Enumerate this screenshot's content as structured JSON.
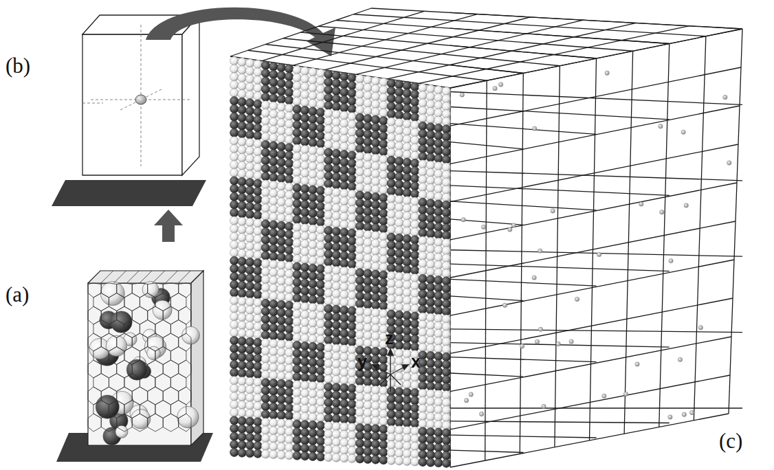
{
  "diagram": {
    "labels": [
      "(b)",
      "(a)",
      "(c)",
      "z",
      "y",
      "x"
    ]
  }
}
